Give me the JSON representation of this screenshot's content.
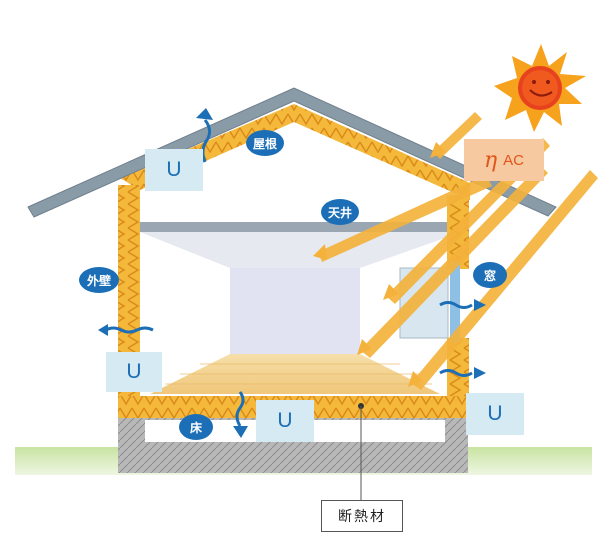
{
  "labels": {
    "roof": "屋根",
    "ceiling": "天井",
    "outer_wall": "外壁",
    "window": "窓",
    "floor": "床",
    "insulation": "断熱材"
  },
  "u_value_symbol": "U",
  "solar": {
    "eta_symbol": "η",
    "eta_subscript": "AC"
  },
  "colors": {
    "insulation": "#f2b534",
    "arrow_heat": "#1c6fb6",
    "sun_rays": "#f4b23c",
    "roof": "#8a9ba8",
    "ground": "#a9d07a"
  }
}
